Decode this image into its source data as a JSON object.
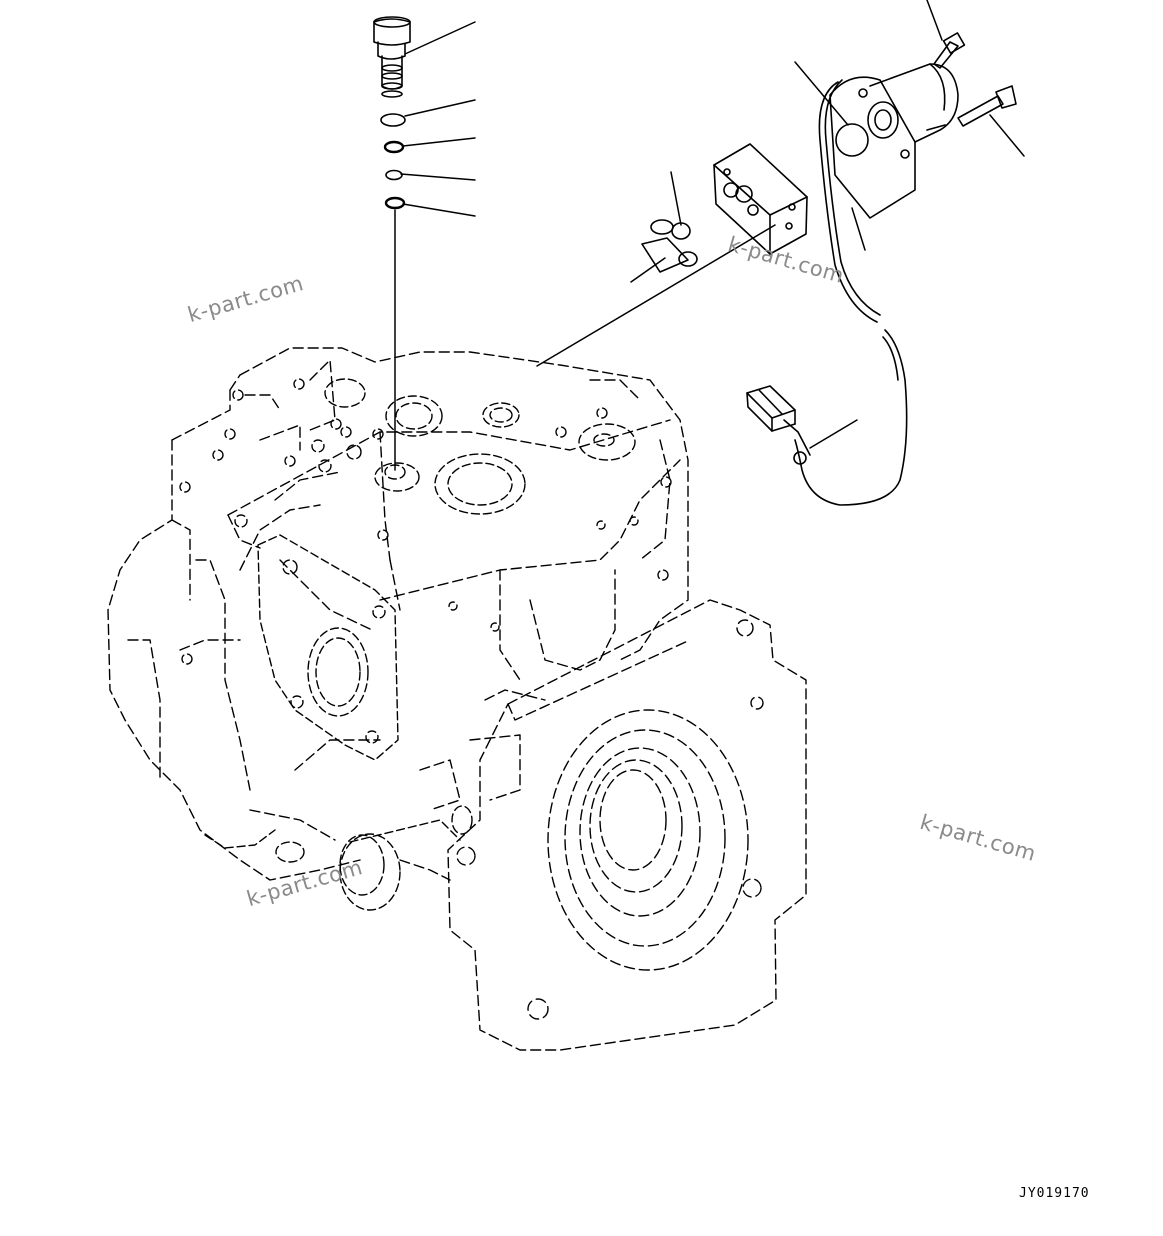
{
  "drawing": {
    "id_label": "JY019170"
  },
  "watermarks": [
    "k-part.com",
    "k-part.com",
    "k-part.com",
    "k-part.com"
  ],
  "colors": {
    "line": "#000000",
    "background": "#ffffff",
    "watermark": "#8a8a8a"
  }
}
